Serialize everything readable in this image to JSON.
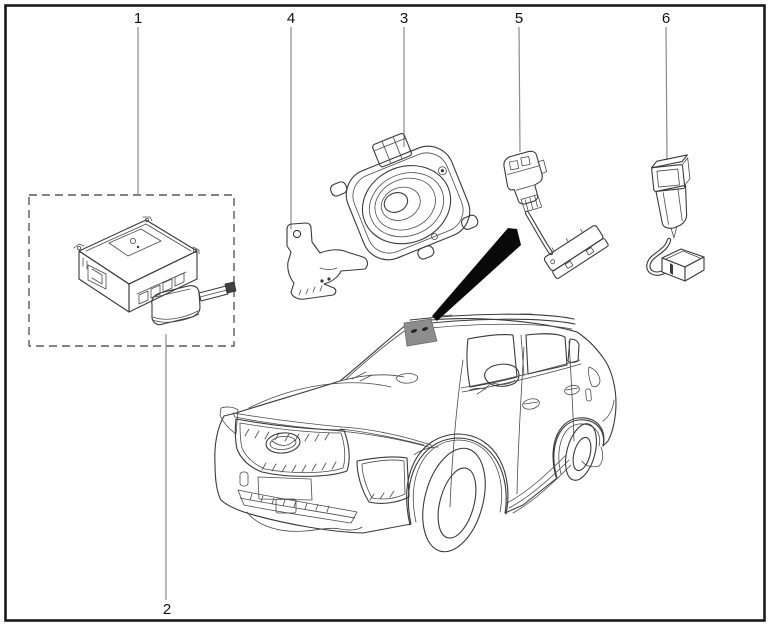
{
  "figure": {
    "kind": "vehicle-accessory-parts-diagram",
    "callouts": [
      {
        "label": "1",
        "part": "control-module-assembly"
      },
      {
        "label": "2",
        "part": "module-with-antenna-rod"
      },
      {
        "label": "3",
        "part": "speaker"
      },
      {
        "label": "4",
        "part": "mounting-bracket"
      },
      {
        "label": "5",
        "part": "harness-connector-with-module"
      },
      {
        "label": "6",
        "part": "connector-with-wire-and-socket"
      }
    ],
    "vehicle": {
      "type": "suv-line-drawing",
      "view": "front-three-quarter-left"
    },
    "annotation": {
      "arrow_target": "windshield-header-unit"
    },
    "colors": {
      "outline": "#3a3a3a",
      "leader": "#8b8b8b",
      "callout_text": "#111111",
      "arrow": "#0a0a0a",
      "highlight": "#8d8d8d",
      "border": "#1a1a1a",
      "dashed_box": "#5a5a5a",
      "background": "#ffffff"
    }
  }
}
